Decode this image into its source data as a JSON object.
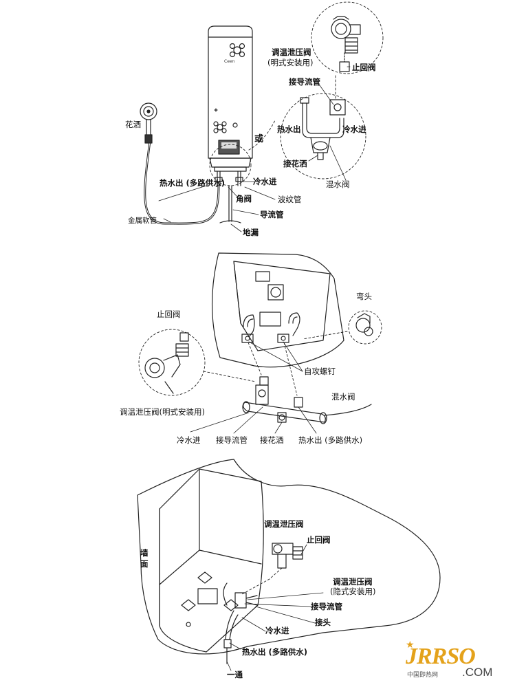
{
  "brand": "Ceen",
  "section1": {
    "shower_head": "花洒",
    "metal_hose": "金属软管",
    "hot_out_multi": "热水出 (多路供水)",
    "cold_in": "冷水进",
    "corrugated_pipe": "波纹管",
    "angle_valve": "角阀",
    "drain_pipe": "导流管",
    "floor_drain": "地漏",
    "or": "或",
    "temp_valve_line1": "调温泄压阀",
    "temp_valve_line2": "(明式安装用)",
    "check_valve": "止回阀",
    "connect_drain_pipe": "接导流管",
    "hot_out": "热水出",
    "cold_in_2": "冷水进",
    "connect_shower": "接花洒",
    "mixing_valve": "混水阀"
  },
  "section2": {
    "elbow": "弯头",
    "check_valve": "止回阀",
    "self_tapping_screw": "自攻螺钉",
    "mixing_valve": "混水阀",
    "temp_valve_exposed": "调温泄压阀(明式安装用)",
    "cold_in": "冷水进",
    "connect_drain_pipe": "接导流管",
    "connect_shower": "接花洒",
    "hot_out_multi": "热水出 (多路供水)"
  },
  "section3": {
    "wall": "墙面",
    "temp_valve": "调温泄压阀",
    "check_valve": "止回阀",
    "temp_valve_hidden_line1": "调温泄压阀",
    "temp_valve_hidden_line2": "(隐式安装用)",
    "connect_drain_pipe": "接导流管",
    "joint": "接头",
    "cold_in": "冷水进",
    "hot_out_multi": "热水出 (多路供水)",
    "one_way": "一通"
  },
  "watermark": {
    "logo": "JRRSO",
    "suffix": ".COM",
    "subtitle": "中国即热网"
  }
}
